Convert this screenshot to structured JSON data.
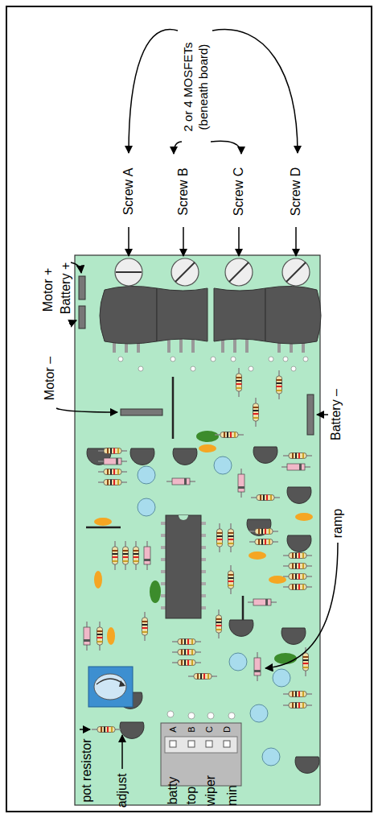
{
  "diagram": {
    "labels": [
      "Motor +",
      "Battery +",
      "Motor –",
      "Screw A",
      "Screw B",
      "Screw C",
      "Screw D",
      "2 or 4 MOSFETs",
      "(beneath board)",
      "Battery –",
      "ramp",
      "pot resistor",
      "adjust",
      "A",
      "B",
      "C",
      "D",
      "batty",
      "top",
      "wiper",
      "min"
    ]
  }
}
